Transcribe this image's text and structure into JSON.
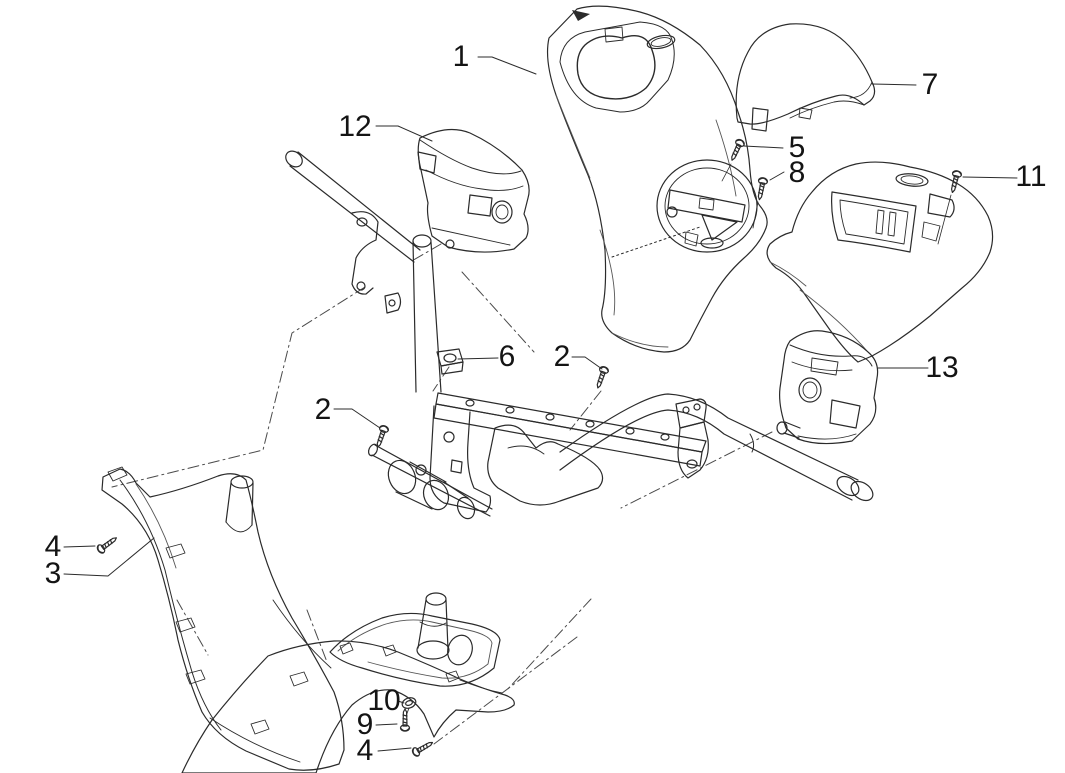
{
  "page": {
    "background": "#ffffff",
    "line_color": "#2b2b2b"
  },
  "callouts": {
    "n1": {
      "label": "1"
    },
    "n12": {
      "label": "12"
    },
    "n7": {
      "label": "7"
    },
    "n5": {
      "label": "5"
    },
    "n8": {
      "label": "8"
    },
    "n11": {
      "label": "11"
    },
    "n6": {
      "label": "6"
    },
    "n2a": {
      "label": "2"
    },
    "n2b": {
      "label": "2"
    },
    "n13": {
      "label": "13"
    },
    "n4a": {
      "label": "4"
    },
    "n3": {
      "label": "3"
    },
    "n10": {
      "label": "10"
    },
    "n9": {
      "label": "9"
    },
    "n4b": {
      "label": "4"
    }
  }
}
